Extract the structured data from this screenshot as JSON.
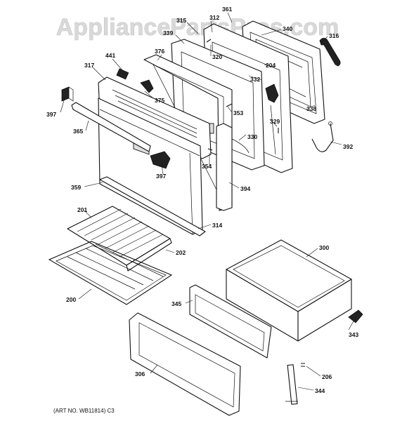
{
  "watermark": "AppliancePartsPros.com",
  "art_number": "(ART NO. WB11814) C3",
  "callouts": {
    "p361": "361",
    "p312": "312",
    "p315": "315",
    "p339": "339",
    "p340": "340",
    "p316": "316",
    "p441": "441",
    "p376": "376",
    "p320": "320",
    "p204": "204",
    "p317": "317",
    "p332": "332",
    "p375": "375",
    "p397a": "397",
    "p353": "353",
    "p329": "329",
    "p338": "338",
    "p365": "365",
    "p330": "330",
    "p392": "392",
    "p354": "354",
    "p397b": "397",
    "p394": "394",
    "p359": "359",
    "p201": "201",
    "p314": "314",
    "p202": "202",
    "p300": "300",
    "p200": "200",
    "p345": "345",
    "p343": "343",
    "p306": "306",
    "p206": "206",
    "p344": "344"
  }
}
